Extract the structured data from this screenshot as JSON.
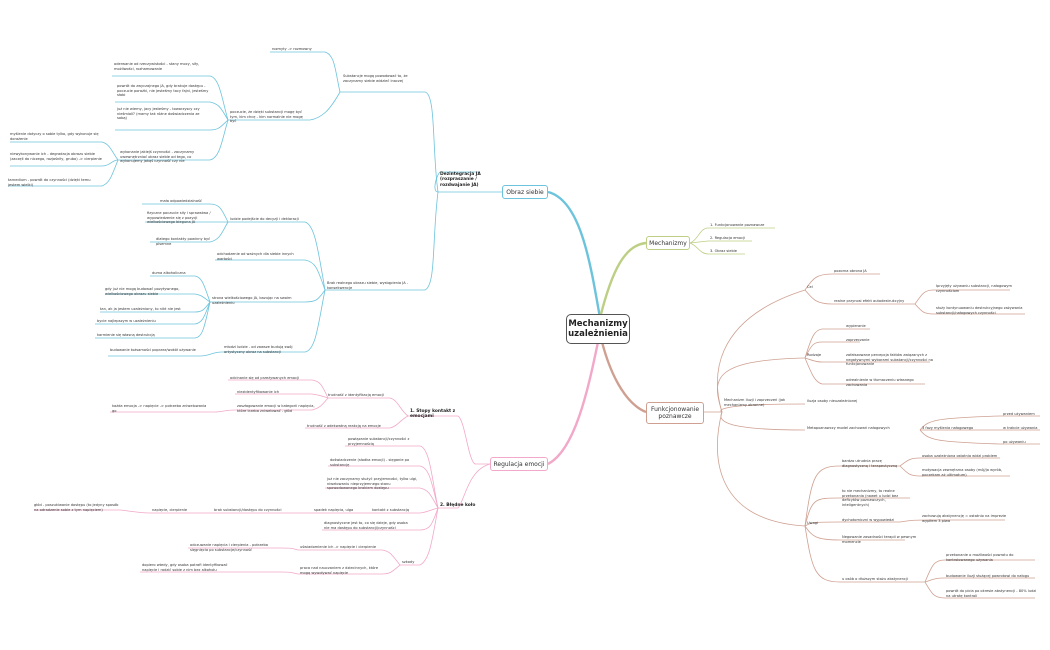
{
  "root": "Mechanizmy uzależnienia",
  "mains": {
    "obraz": "Obraz siebie",
    "mech": "Mechanizmy",
    "reg": "Regulacja emocji",
    "funk": "Funkcjonowanie poznawcze"
  },
  "mech": [
    "1. Funkcjonowanie poznawcze",
    "2. Regulacja emocji",
    "3. Obraz siebie"
  ],
  "obraz": {
    "dez": "Dezintegracja JA (rozpraszanie / rozdwajanie JA)",
    "sub": "Substancje mogą powodować to, że zaczynamy siebie widzieć inaczej",
    "sub_c1": "rozmyty -> rozmowny",
    "pocz": "poczucie, że dzięki substancji mogę być tym, kim chcę - kim normalnie nie mogę być",
    "pocz_c": [
      "oderwanie od rzeczywistości - stany mocy, siły, możliwości, rozhamowanie",
      "powrót do zwyczajnego JA, gdy brakuje dostępu - poczucie porażki, nie jesteśmy tacy fajni, jesteśmy słabi",
      "już nie wiemy, jacy jesteśmy - towarzyscy czy nieśmiali? (mamy tak różne doświadczenia ze sobą)"
    ],
    "wyk": "wykonanie jakiejś czynności - zaczynamy uwewnętrzniać obraz siebie od tego, co wykonujemy jakąś czynność czy nie",
    "wyk_c": [
      "myślenie dotyczy o sobie tylko, gdy wykonuje się dorażenie",
      "niewykonywanie ich - degradacja obrazu siebie (zaczęli do niczego, rozjaśniły, grubo) -> cierpienie",
      "tarnedium - powrót do czynności (dzięki temu jestem wielki)"
    ],
    "brak": "Brak realnego obrazu siebie, wystąpienia JA - konsekwencje",
    "ludzie": "ludzie podejście do decyzji i deklaracji",
    "ludzie_c": [
      "mała odpowiedzialność",
      "fizyczne poczucie siły i sprawstwa / wypowiedzenie się z pozycji wielkościowego bieguna JA",
      "dlatego kontakty powinny być pisemne"
    ],
    "odchodz": "odchodzenie od ważnych dla siebie innych wartości",
    "strona": "strona wielkościowego JA, bazując na swoim uzależnieniu",
    "strona_c": [
      "duma alkoholiczna",
      "gdy już nie mogą budować pozytywnego, wielkościowego obrazu siebie",
      "tan, ak ja jestem uzależniony, to nikt nie jest",
      "bycie najlepszym w uzależnieniu",
      "karmienie się własną destrukcją"
    ],
    "mlodzi": "młodzi ludzie - od zawsze budują swój ortystyczny obraz na substancji",
    "mlodzi_c": "budowanie tożsamości poprzez/wokół używanie"
  },
  "reg": {
    "stopien1": "1. Stopy kontakt z emocjami",
    "trud1": "trudność z identyfikacją emocji",
    "trud1_c": [
      "odcinanie się od przeżywanych emocji",
      "niezidentyfikowanie ich",
      "zaszłagowanie emocji w kategorii napięcia, które trzeba zniwelować - głód"
    ],
    "kazda": "każda emocja -> napięcie -> potrzeba zniwelowania go",
    "trud2": "trudność z adekwatną reakcją na emocje",
    "bledne": "2. Błędne koło",
    "bledne_c": [
      "powiązanie substancji/czynności z przyjemnością",
      "doświadczenie (słodka emocji) - sięganie po substancję",
      "już nie zaczynamy służyć przyjemności, tylko ulgi, niwelowaniu nieprzyjemnego stanu spowodowanego brakiem dostępu"
    ],
    "spadek": "spadek napięcia, ulga",
    "kontakt": "kontakt z substancją",
    "brak_sub": "brak substancji/dostępu do czynności",
    "napiecie": "napięcie, cierpienie",
    "glod": "głód - poszukiwanie dostępu (to jedyny sposób na odradzenie sobie z tym napięciem)",
    "diag": "diagnostyczne jest to, co się dzieje, gdy osoba nie ma dostępu do substancji/czynności",
    "szkody": "szkody",
    "uswiad": "uświadomienie ich -> napięcie i cierpienie",
    "uswiad_c": "odczuwanie napięcia i cierpienia - potrzeba sięgnięcia po substancje/czynność",
    "praca": "praca nad nauczaniem z dziecinnych, które mogą wywoływać napięcie",
    "praca_c": "dopiero wtedy, gdy osoba potrafi identyfikować napięcie i radzić sobie z nim bez alkoholu"
  },
  "funk": {
    "mech": "Mechanizm iluzji i zaprzeczeń (jak mechanizmy obronne)",
    "cel": "Cel",
    "cel_c": [
      "pozorna obrona JA",
      "realne przynosi efekt autodestrukcyjny"
    ],
    "cel_cc": [
      "Iprzyjęty używaniu substancji, nałogowym czynnościom",
      "służy kontynuowaniu destrukcyjnego zażywania substancji/nałogowych czynności"
    ],
    "rodzaje": "Rodzaje",
    "rodzaje_c": [
      "wypieranie",
      "zaprzeczanie",
      "zafałszowane percepcja faktów związanych z negatywnymi wyborami substancji/czynności na funkcjonowanie",
      "odrealnienie w tłumaczeniu własnego zachowania"
    ],
    "iluzja": "iluzja osoby nieuzależnionej",
    "meta": "Metapoznawczy model zachowań nałogowych",
    "fazy": "3 fazy myślenia nałogowego",
    "fazy_c": [
      "przed używaniem",
      "w trakcie używania",
      "po używaniu"
    ],
    "uwagi": "Uwagi",
    "uwagi_c": [
      "bardzo utrudnia pracę diagnostyczną i terapeutyczną",
      "to nie mechanizmy, to realne przekonania (nawet u ludzi bez deficytów poznawczych, inteligentnych)",
      "dychotomiczni w wypowiedzi",
      "Negowanie zasadności terapii w pewnym momencie",
      "u osób o dłuższym stażu abstynencji"
    ],
    "bardzo_c": [
      "osoba uzależniona ostatnia widzi problem",
      "motywacja zewnętrzna osoby (mój/ja wyrób, poczekam aż ultimatum)"
    ],
    "dych_c": "zachowują abstynencję = ostatnio na imprezie wypiłem 3 piwa",
    "dluz_c": [
      "przekonanie o możliwości powrotu do kontrolowanego używania",
      "budowanie iluzji służącej powrotowi do nałogu",
      "powrót do picia po okresie abstynencji - 80% ludzi na utratę kontroli"
    ]
  },
  "colors": {
    "obraz": "#6cc3dc",
    "mech": "#bccf84",
    "reg": "#f2a8c8",
    "funk": "#cfa091"
  }
}
